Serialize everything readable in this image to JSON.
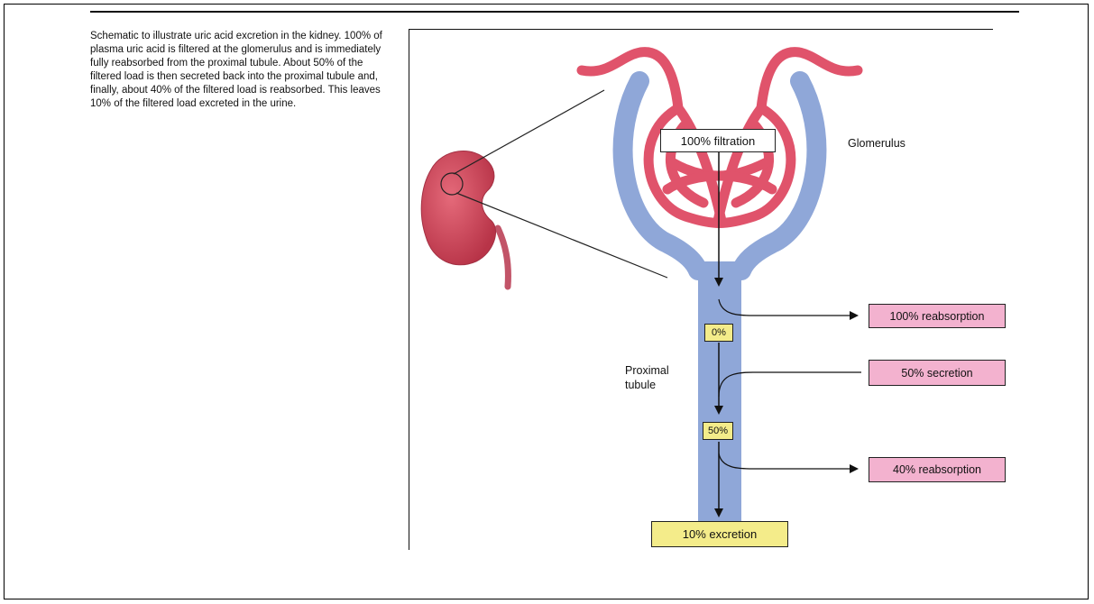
{
  "caption": "Schematic to illustrate uric acid excretion in the kidney. 100% of plasma uric acid is filtered at the glomerulus and is immediately fully reabsorbed from the proximal tubule. About 50% of the filtered load is then secreted back into the proximal tubule and, finally, about 40% of the filtered load is reabsorbed. This leaves 10% of the filtered load excreted in the urine.",
  "labels": {
    "glomerulus": "Glomerulus",
    "proximal_tubule_line1": "Proximal",
    "proximal_tubule_line2": "tubule"
  },
  "boxes": {
    "filtration": "100% filtration",
    "zero_pct": "0%",
    "fifty_pct": "50%",
    "excretion": "10% excretion",
    "reabsorption_100": "100% reabsorption",
    "secretion_50": "50% secretion",
    "reabsorption_40": "40% reabsorption"
  },
  "colors": {
    "tubule": "#8fa7d8",
    "vessel": "#e0536b",
    "kidney": "#d8495c",
    "pink_box": "#f3b2cf",
    "yellow_box": "#f4ec8a"
  }
}
